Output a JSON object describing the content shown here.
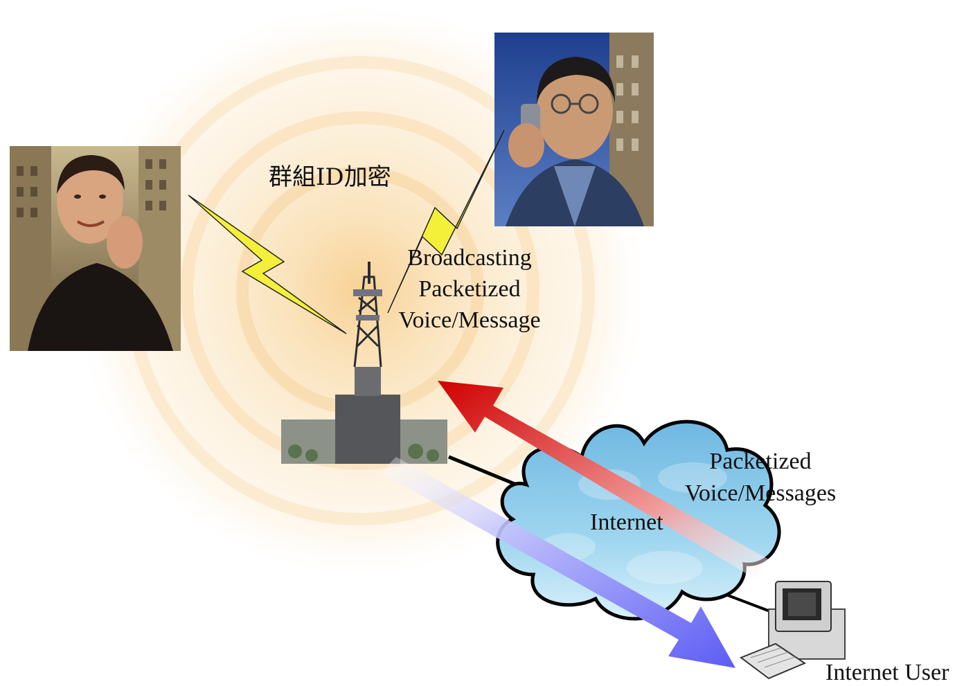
{
  "labels": {
    "group_encryption": "群組ID加密",
    "broadcast_line1": "Broadcasting",
    "broadcast_line2": "Packetized",
    "broadcast_line3": "Voice/Message",
    "cloud_label": "Internet",
    "cloud_msg_line1": "Packetized",
    "cloud_msg_line2": "Voice/Messages",
    "user_label": "Internet User"
  },
  "nodes": {
    "person_left": "person-on-phone",
    "person_right": "person-with-radio",
    "tower": "radio-tower",
    "cloud": "cloud",
    "computer": "desktop-computer"
  },
  "colors": {
    "coverage": "#f9d9a4",
    "lightning": "#f4f03a",
    "cloud_fill": "#7fc6e8",
    "cloud_stroke": "#000000",
    "arrow_red": "#d80000",
    "arrow_blue": "#6e6ef8"
  }
}
